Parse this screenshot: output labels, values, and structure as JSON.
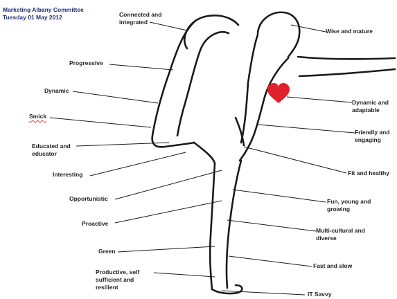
{
  "header": {
    "line1": "Marketing Albany Committee",
    "line2": "Tuesday 01 May 2012"
  },
  "labels": {
    "connected": "Connected and integrated",
    "wise": "Wise and mature",
    "progressive": "Progressive",
    "dynamic_left": "Dynamic",
    "smick": "Smick",
    "dynamic_adaptable": "Dynamic and adaptable",
    "friendly": "Friendly and engaging",
    "educated": "Educated and educator",
    "interesting": "Interesting",
    "fit": "Fit and healthy",
    "opportunistic": "Opportunistic",
    "fun": "Fun, young and growing",
    "proactive": "Proactive",
    "multicultural": "Multi-cultural and diverse",
    "green": "Green",
    "fast_slow": "Fast and slow",
    "productive": "Productive, self sufficient and resilient",
    "it_savvy": "IT Savvy"
  },
  "colors": {
    "header_text": "#1f2f74",
    "heart": "#e0202a",
    "outline": "#1a1a1a"
  }
}
